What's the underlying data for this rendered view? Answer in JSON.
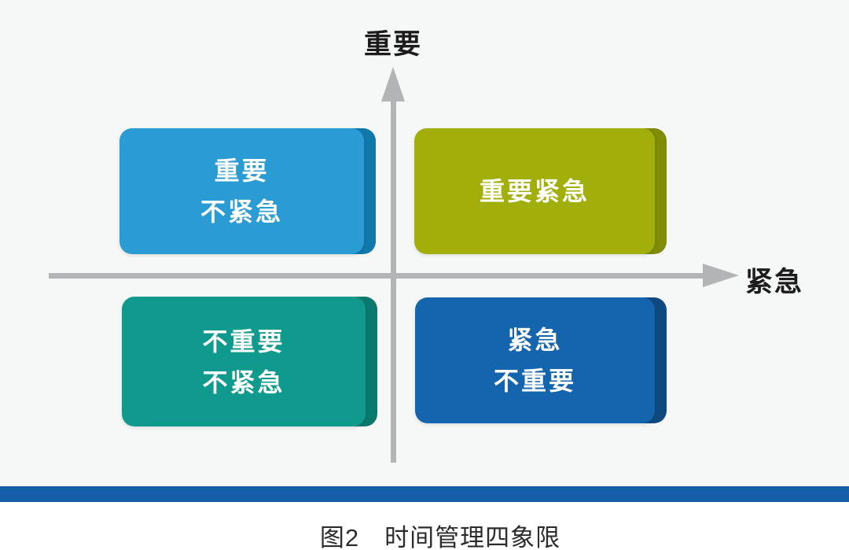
{
  "figure": {
    "caption": "图2　时间管理四象限",
    "background_color": "#f6f7f7",
    "axis": {
      "y_label": "重要",
      "x_label": "紧急",
      "line_color": "#b2b4b6"
    },
    "quadrants": [
      {
        "position": "top-left",
        "line1": "重要",
        "line2": "不紧急",
        "fill": "#2b9cd3",
        "edge": "#1178aa"
      },
      {
        "position": "top-right",
        "line1": "重要紧急",
        "line2": "",
        "fill": "#a2af0a",
        "edge": "#7f8c04"
      },
      {
        "position": "bottom-left",
        "line1": "不重要",
        "line2": "不紧急",
        "fill": "#109a8d",
        "edge": "#0b7a6e"
      },
      {
        "position": "bottom-right",
        "line1": "紧急",
        "line2": "不重要",
        "fill": "#1565ae",
        "edge": "#0e4a80"
      }
    ],
    "divider_color": "#155fa8"
  }
}
